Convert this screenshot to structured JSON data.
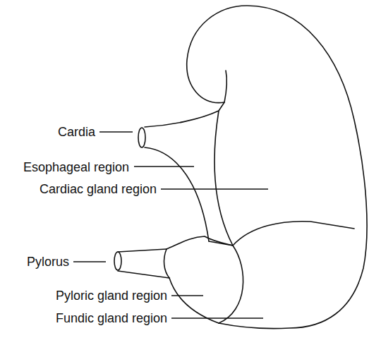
{
  "diagram": {
    "labels": [
      "Cardia",
      "Esophageal region",
      "Cardiac gland region",
      "Pylorus",
      "Pyloric gland region",
      "Fundic gland region"
    ]
  }
}
